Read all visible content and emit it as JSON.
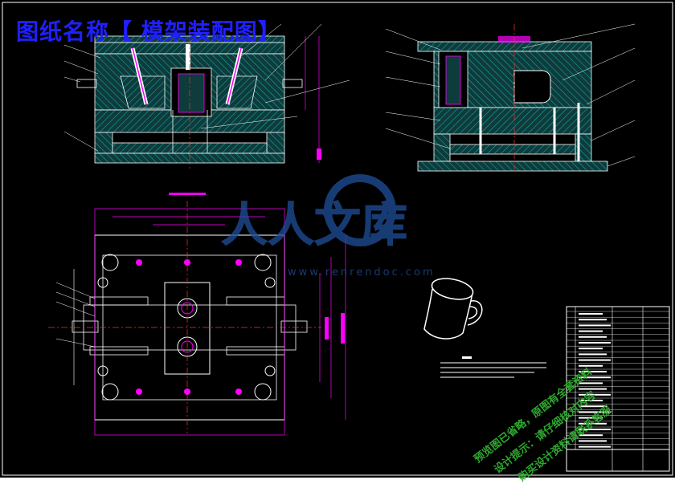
{
  "title": "图纸名称【 模架装配图】",
  "watermark": {
    "logo_text": "人人文库",
    "url": "www.renrendoc.com"
  },
  "promo_lines": [
    "预览图已省略，原图有全套资料",
    "设计提示：请仔细核对内容",
    "购买设计资料请联系客服"
  ],
  "colors": {
    "background": "#000000",
    "outline": "#ffffff",
    "center_line": "#ff3030",
    "dimension": "#ff00ff",
    "hatch": "#00d0d0",
    "part_fill": "#1a7f7f",
    "title_blue": "#2020ff",
    "watermark_blue": "#1f4f9a",
    "promo_green": "#2fa82f"
  }
}
